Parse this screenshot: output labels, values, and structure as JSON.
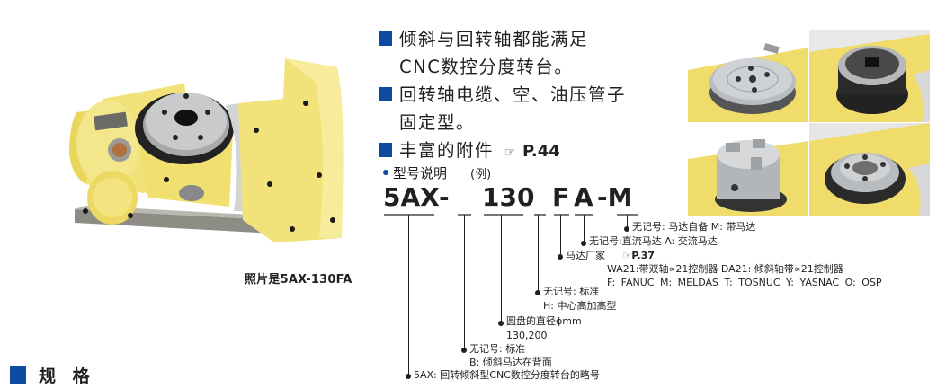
{
  "features": [
    {
      "lines": [
        "倾斜与回转轴都能满足",
        "CNC数控分度转台。"
      ]
    },
    {
      "lines": [
        "回转轴电缆、空、油压管子",
        "固定型。"
      ]
    },
    {
      "lines": [
        "丰富的附件"
      ],
      "ref_icon": "pointing-hand-icon",
      "ref_symbol": "☞",
      "ref": "P.44"
    }
  ],
  "photo": {
    "caption": "照片是5AX-130FA",
    "subject": "yellow tilting rotary table"
  },
  "model": {
    "heading": "型号说明",
    "example": "(例)",
    "code_parts": [
      "5AX",
      "-",
      "130",
      "F",
      "A",
      "-M"
    ],
    "notes": {
      "m": "无记号: 马达自备  M: 带马达",
      "a": "无记号:直流马达  A: 交流马达",
      "f_title": "马达厂家",
      "f_ref_symbol": "☞",
      "f_ref": "P.37",
      "f_line2": "WA21:带双轴∝21控制器  DA21: 倾斜轴带∝21控制器",
      "f_line3": "F: FANUC     M: MELDAS     T: TOSNUC     Y: YASNAC     O: OSP",
      "h_line1": "无记号: 标准",
      "h_line2": "H: 中心高加高型",
      "dia_line1": "圆盘的直径ϕmm",
      "dia_line2": "130,200",
      "b_line1": "无记号: 标准",
      "b_line2": "B: 倾斜马达在背面",
      "base": "5AX: 回转倾斜型CNC数控分度转台的略号"
    }
  },
  "options": [
    {
      "name": "face-plate"
    },
    {
      "name": "collet-chuck"
    },
    {
      "name": "three-jaw-chuck"
    },
    {
      "name": "hydraulic-chuck"
    }
  ],
  "section": {
    "title": "规 格"
  },
  "colors": {
    "accent": "#0d4aa0",
    "body_yellow": "#f2e27a",
    "text": "#231f20"
  }
}
